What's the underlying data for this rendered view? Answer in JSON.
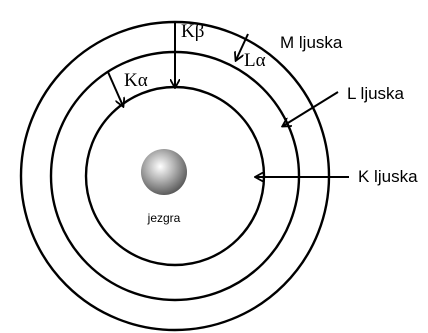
{
  "diagram": {
    "nucleus_label": "jezgra",
    "shells": [
      {
        "id": "k",
        "label": "K ljuska"
      },
      {
        "id": "l",
        "label": "L ljuska"
      },
      {
        "id": "m",
        "label": "M ljuska"
      }
    ],
    "transitions": [
      {
        "id": "k-alpha",
        "label": "Kα"
      },
      {
        "id": "k-beta",
        "label": "Kβ"
      },
      {
        "id": "l-alpha",
        "label": "Lα"
      }
    ],
    "colors": {
      "line": "#000000",
      "background": "#ffffff",
      "nucleus_light": "#ffffff",
      "nucleus_dark": "#555555"
    }
  }
}
